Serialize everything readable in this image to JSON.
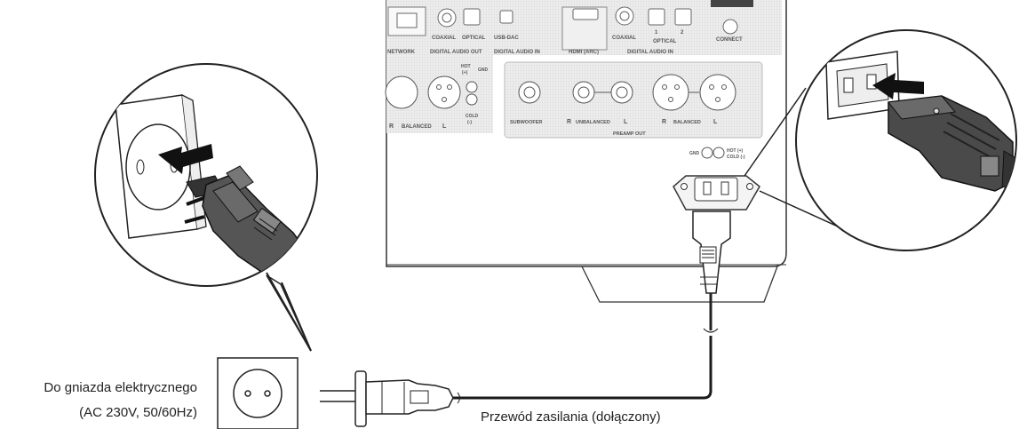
{
  "labels": {
    "outlet_line1": "Do gniazda elektrycznego",
    "outlet_line2": "(AC 230V, 50/60Hz)",
    "power_cord": "Przewód zasilania (dołączony)"
  },
  "panel": {
    "network": "NETWORK",
    "coaxial_1": "COAXIAL",
    "optical_1": "OPTICAL",
    "usb_dac": "USB-DAC",
    "digital_audio_out": "DIGITAL AUDIO OUT",
    "digital_audio_in_1": "DIGITAL AUDIO IN",
    "hdmi_arc": "HDMI (ARC)",
    "coaxial_2": "COAXIAL",
    "optical_2": "OPTICAL",
    "optical_n1": "1",
    "optical_n2": "2",
    "digital_audio_in_2": "DIGITAL AUDIO IN",
    "connect": "CONNECT",
    "hot": "HOT",
    "hot_sign": "(+)",
    "gnd": "GND",
    "cold": "COLD",
    "cold_sign": "(-)",
    "balanced_left": "BALANCED",
    "r": "R",
    "l": "L",
    "subwoofer": "SUBWOOFER",
    "unbalanced": "UNBALANCED",
    "balanced_right": "BALANCED",
    "preamp_out": "PREAMP OUT",
    "legend_gnd": "GND",
    "legend_hot": "HOT (+)",
    "legend_cold": "COLD (-)"
  },
  "icons": [
    "euro-plug-icon",
    "wall-socket-icon",
    "iec-connector-icon",
    "arrow-icon"
  ]
}
